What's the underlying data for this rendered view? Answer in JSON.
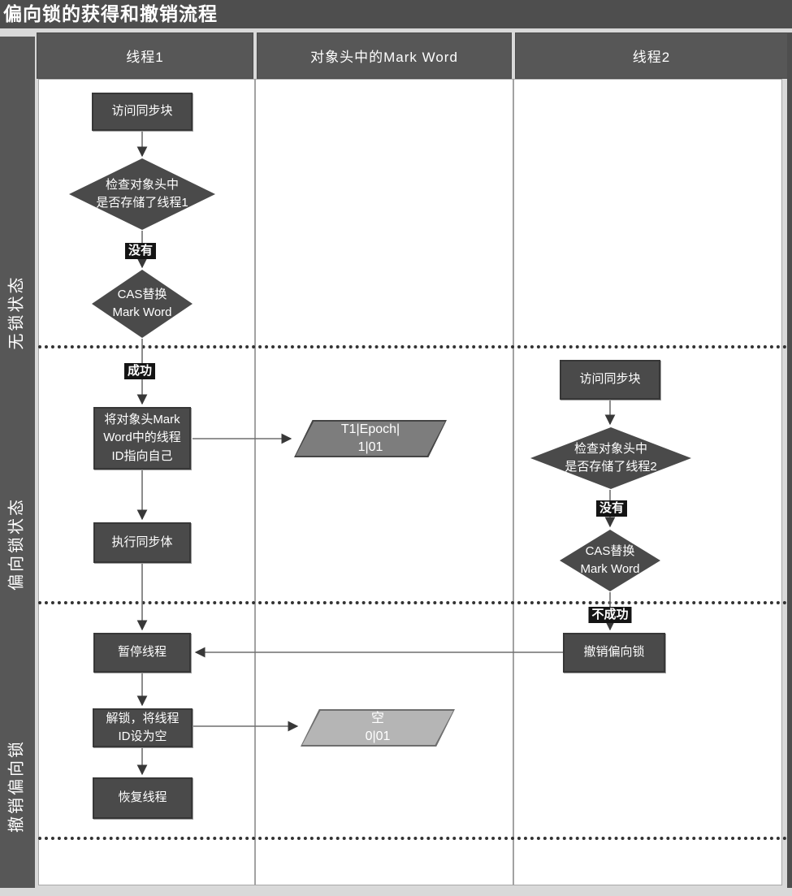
{
  "title": "偏向锁的获得和撤销流程",
  "lanes": {
    "thread1": "线程1",
    "markword": "对象头中的Mark Word",
    "thread2": "线程2"
  },
  "phases": {
    "nolock": "无锁状态",
    "biased": "偏向锁状态",
    "revoke": "撤销偏向锁"
  },
  "thread1": {
    "access": "访问同步块",
    "check": "检查对象头中\n是否存储了线程1",
    "no": "没有",
    "cas": "CAS替换\nMark Word",
    "success": "成功",
    "set_owner": "将对象头Mark\nWord中的线程\nID指向自己",
    "execute": "执行同步体",
    "pause": "暂停线程",
    "unlock": "解锁，将线程\nID设为空",
    "resume": "恢复线程"
  },
  "markword": {
    "biased_record": "T1|Epoch|\n1|01",
    "empty_record": "空\n0|01"
  },
  "thread2": {
    "access": "访问同步块",
    "check": "检查对象头中\n是否存储了线程2",
    "no": "没有",
    "cas": "CAS替换\nMark Word",
    "fail": "不成功",
    "revoke": "撤销偏向锁"
  },
  "colors": {
    "title_bar": "#4e4e4e",
    "header_bg": "#575757",
    "sidebar_bg": "#575757",
    "lane_bg": "#ffffff",
    "page_bg": "#d9d9d9",
    "node_fill": "#4a4a4a",
    "node_border": "#373737",
    "parallelogram_biased": "#7d7d7d",
    "parallelogram_empty": "#b5b5b5",
    "edge_label_bg": "#141414",
    "arrow": "#6f6f6f",
    "text": "#ffffff"
  }
}
